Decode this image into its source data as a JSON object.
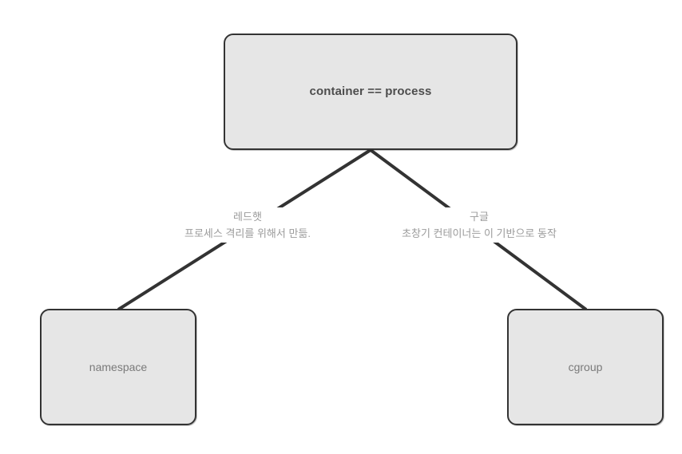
{
  "diagram": {
    "background_color": "#ffffff",
    "node_fill": "#e6e6e6",
    "node_stroke": "#333333",
    "edge_stroke": "#333333",
    "nodes": [
      {
        "id": "container-process",
        "label": "container == process",
        "text_color": "#4d4d4d",
        "bold": true
      },
      {
        "id": "namespace",
        "label": "namespace",
        "text_color": "#7a7a7a",
        "bold": false
      },
      {
        "id": "cgroup",
        "label": "cgroup",
        "text_color": "#7a7a7a",
        "bold": false
      }
    ],
    "edges": [
      {
        "id": "edge-left",
        "from": "container-process",
        "to": "namespace",
        "label_line1": "레드햇",
        "label_line2": "프로세스 격리를 위해서 만듦.",
        "label_color": "#9b9b9b"
      },
      {
        "id": "edge-right",
        "from": "container-process",
        "to": "cgroup",
        "label_line1": "구글",
        "label_line2": "초창기 컨테이너는 이 기반으로 동작",
        "label_color": "#9b9b9b"
      }
    ]
  }
}
